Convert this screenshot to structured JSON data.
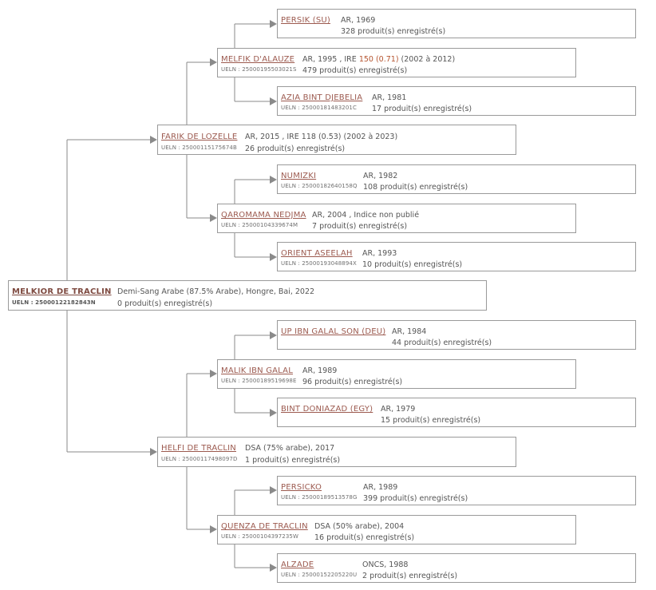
{
  "colors": {
    "name_link": "#9c5a4f",
    "border": "#9a9a9a",
    "connector": "#8a8a8a",
    "text": "#555555",
    "highlight": "#b5542f"
  },
  "icons": {
    "connector_arrow": "arrow-right-icon"
  },
  "ueln_prefix": "UELN : ",
  "count_suffix": " produit(s) enregistré(s)",
  "horses": [
    {
      "id": "root",
      "name": "MELKIOR DE TRACLIN",
      "ueln": "25000122182843N",
      "info": "Demi-Sang Arabe (87.5% Arabe), Hongre, Bai, 2022",
      "count": "0"
    },
    {
      "id": "sire",
      "name": "FARIK DE LOZELLE",
      "ueln": "25000115175674B",
      "info": "AR, 2015 , IRE 118 (0.53) (2002 à 2023)",
      "count": "26"
    },
    {
      "id": "dam",
      "name": "HELFI DE TRACLIN",
      "ueln": "25000117498097D",
      "info": "DSA (75% arabe), 2017",
      "count": "1"
    },
    {
      "id": "ss",
      "name": "MELFIK D'ALAUZE",
      "ueln": "25000195503021S",
      "info": "AR, 1995 , IRE 150 (0.71) (2002 à 2012)",
      "count": "479"
    },
    {
      "id": "sd",
      "name": "QAROMAMA NEDJMA",
      "ueln": "25000104339674M",
      "info": "AR, 2004 , Indice non publié",
      "count": "7"
    },
    {
      "id": "ds",
      "name": "MALIK IBN GALAL",
      "ueln": "25000189519698E",
      "info": "AR, 1989",
      "count": "96"
    },
    {
      "id": "dd",
      "name": "QUENZA DE TRACLIN",
      "ueln": "25000104397235W",
      "info": "DSA (50% arabe), 2004",
      "count": "16"
    },
    {
      "id": "sss",
      "name": "PERSIK (SU)",
      "ueln": "",
      "info": "AR, 1969",
      "count": "328"
    },
    {
      "id": "ssd",
      "name": "AZIA BINT DJEBELIA",
      "ueln": "25000181483201C",
      "info": "AR, 1981",
      "count": "17"
    },
    {
      "id": "sds",
      "name": "NUMIZKI",
      "ueln": "25000182640158Q",
      "info": "AR, 1982",
      "count": "108"
    },
    {
      "id": "sdd",
      "name": "ORIENT ASEELAH",
      "ueln": "25000193048894X",
      "info": "AR, 1993",
      "count": "10"
    },
    {
      "id": "dss",
      "name": "UP IBN GALAL SON (DEU)",
      "ueln": "",
      "info": "AR, 1984",
      "count": "44"
    },
    {
      "id": "dsd",
      "name": "BINT DONIAZAD (EGY)",
      "ueln": "",
      "info": "AR, 1979",
      "count": "15"
    },
    {
      "id": "dds",
      "name": "PERSICKO",
      "ueln": "25000189513578G",
      "info": "AR, 1989",
      "count": "399"
    },
    {
      "id": "ddd",
      "name": "ALZADE",
      "ueln": "25000152205220U",
      "info": "ONCS, 1988",
      "count": "2"
    }
  ]
}
